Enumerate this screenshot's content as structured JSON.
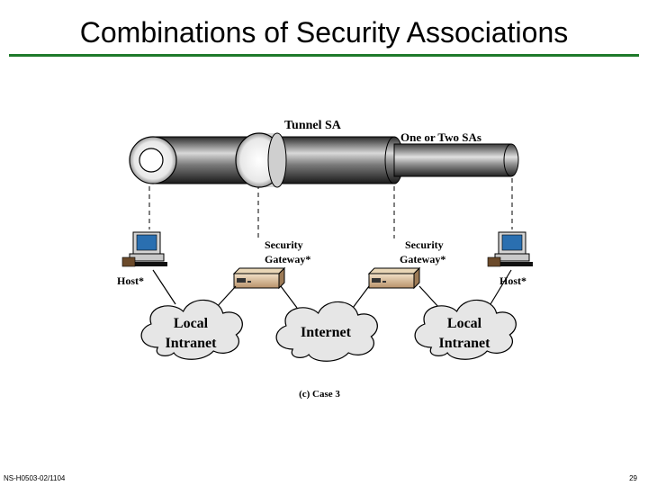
{
  "slide": {
    "title": "Combinations of Security Associations",
    "footer_left": "NS-H0503-02/1104",
    "page_number": "29"
  },
  "diagram": {
    "tunnel_label": "Tunnel SA",
    "inner_label": "One or Two SAs",
    "gateway_line1": "Security",
    "gateway_line2": "Gateway*",
    "host_label": "Host*",
    "cloud_left_line1": "Local",
    "cloud_left_line2": "Intranet",
    "cloud_middle": "Internet",
    "cloud_right_line1": "Local",
    "cloud_right_line2": "Intranet",
    "caption": "(c) Case 3"
  },
  "colors": {
    "title_rule": "#1f7a2a",
    "monitor_screen": "#2a6fb0"
  }
}
